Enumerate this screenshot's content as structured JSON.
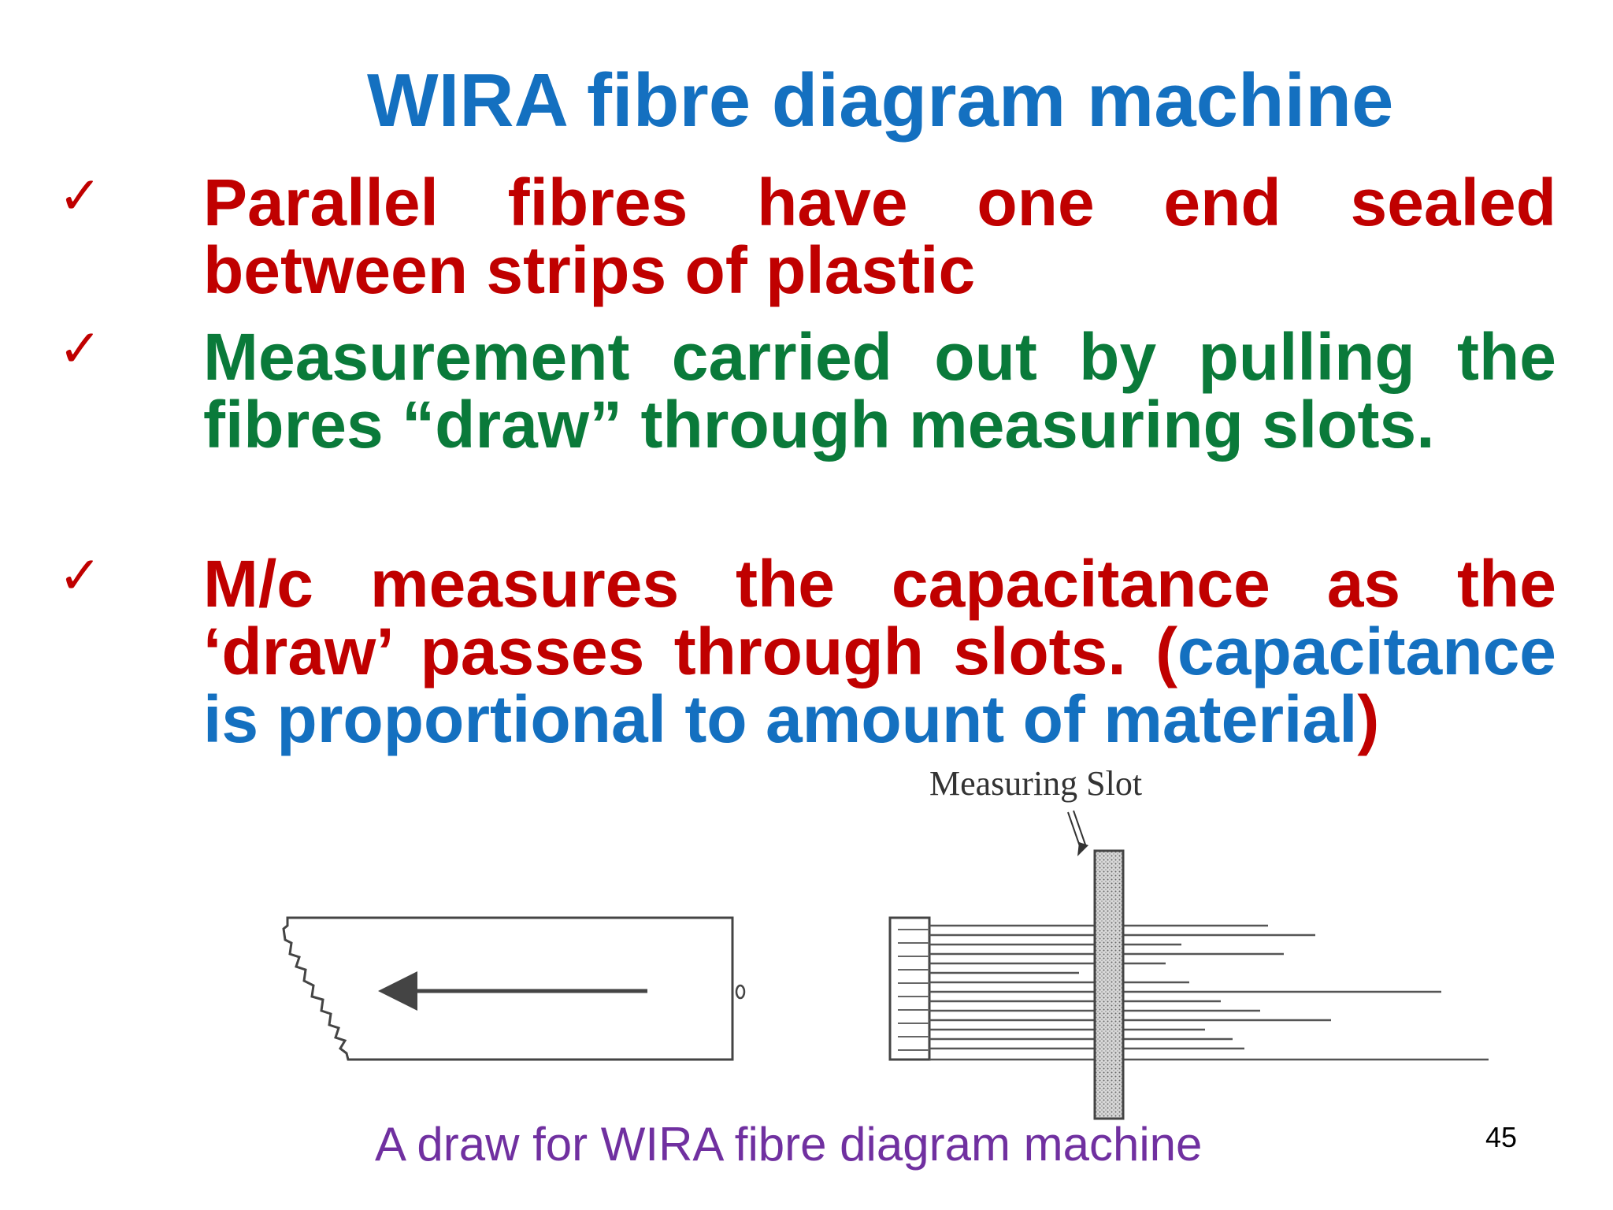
{
  "colors": {
    "title": "#1470c0",
    "red": "#c00000",
    "green": "#0a7a3a",
    "blue": "#1470c0",
    "check": "#c00000",
    "caption": "#7030a0"
  },
  "slide": {
    "title": "WIRA fibre diagram machine",
    "check_icon": "✓",
    "bullets": [
      {
        "text": "Parallel fibres have one end sealed between strips of plastic"
      },
      {
        "text": "Measurement carried out by pulling the fibres “draw” through measuring slots."
      },
      {
        "text_main": "M/c measures the capacitance as the ‘draw’ passes through slots.",
        "paren_open": "(",
        "paren_text": "capacitance is proportional to amount of material",
        "paren_close": ")"
      }
    ],
    "diagram": {
      "slot_label": "Measuring Slot",
      "caption": "A draw for WIRA fibre diagram machine"
    },
    "page_number": "45"
  }
}
